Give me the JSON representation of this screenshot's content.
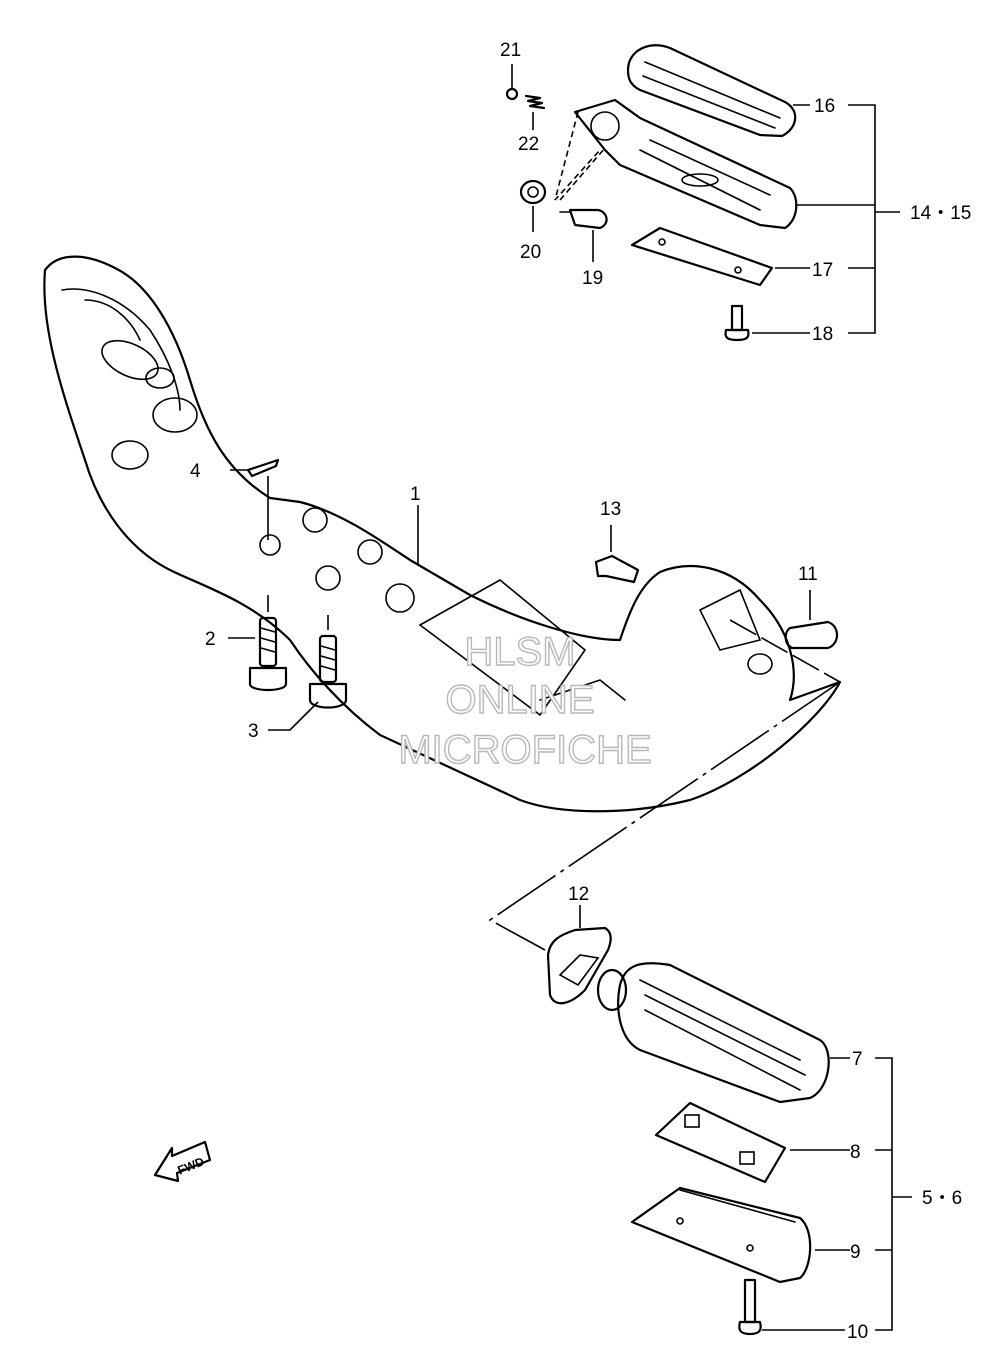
{
  "watermark": {
    "line1": "HLSM",
    "line2": "ONLINE",
    "line3": "MICROFICHE"
  },
  "direction_marker": {
    "text": "FWD"
  },
  "callouts": {
    "p1": "1",
    "p2": "2",
    "p3": "3",
    "p4": "4",
    "p5_6": "5・6",
    "p7": "7",
    "p8": "8",
    "p9": "9",
    "p10": "10",
    "p11": "11",
    "p12": "12",
    "p13": "13",
    "p14_15": "14・15",
    "p16": "16",
    "p17": "17",
    "p18": "18",
    "p19": "19",
    "p20": "20",
    "p21": "21",
    "p22": "22"
  }
}
